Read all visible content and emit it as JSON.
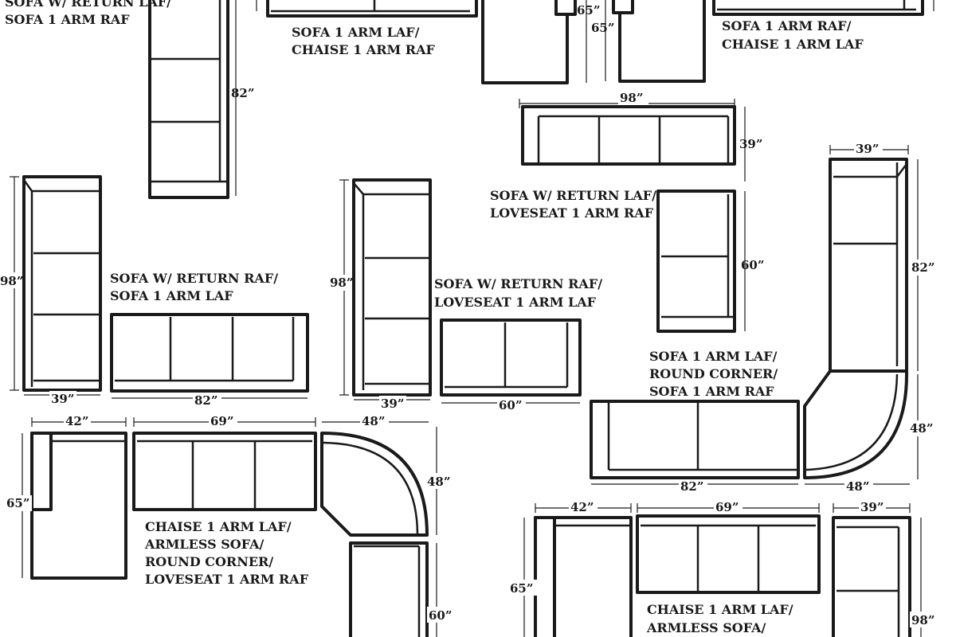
{
  "captions": {
    "c1a": "SOFA W/ RETURN LAF/",
    "c1b": "SOFA 1 ARM RAF",
    "c2a": "SOFA 1 ARM LAF/",
    "c2b": "CHAISE 1 ARM RAF",
    "c3a": "SOFA 1 ARM RAF/",
    "c3b": "CHAISE 1 ARM LAF",
    "c4a": "SOFA W/ RETURN LAF/",
    "c4b": "LOVESEAT 1 ARM RAF",
    "c5a": "SOFA W/ RETURN RAF/",
    "c5b": "SOFA 1 ARM LAF",
    "c6a": "SOFA W/ RETURN RAF/",
    "c6b": "LOVESEAT 1 ARM LAF",
    "c7a": "SOFA 1 ARM LAF/",
    "c7b": "ROUND CORNER/",
    "c7c": "SOFA 1 ARM RAF",
    "c8a": "CHAISE  1 ARM LAF/",
    "c8b": "ARMLESS SOFA/",
    "c8c": "ROUND CORNER/",
    "c8d": "LOVESEAT 1 ARM RAF",
    "c9a": "CHAISE 1 ARM LAF/",
    "c9b": "ARMLESS SOFA/"
  },
  "dims": {
    "d65a": "65”",
    "d65b": "65”",
    "d82a": "82”",
    "d98a": "98”",
    "d39a": "39”",
    "d98b": "98”",
    "d39b": "39”",
    "d82b": "82”",
    "d98c": "98”",
    "d39c": "39”",
    "d60a": "60”",
    "d60b": "60”",
    "d39d": "39”",
    "d82c": "82”",
    "d48a": "48”",
    "d82d": "82”",
    "d48b": "48”",
    "d42a": "42”",
    "d69a": "69”",
    "d48c": "48”",
    "d65c": "65”",
    "d48d": "48”",
    "d60c": "60”",
    "d42b": "42”",
    "d69b": "69”",
    "d39e": "39”",
    "d65d": "65”",
    "d98d": "98”"
  }
}
